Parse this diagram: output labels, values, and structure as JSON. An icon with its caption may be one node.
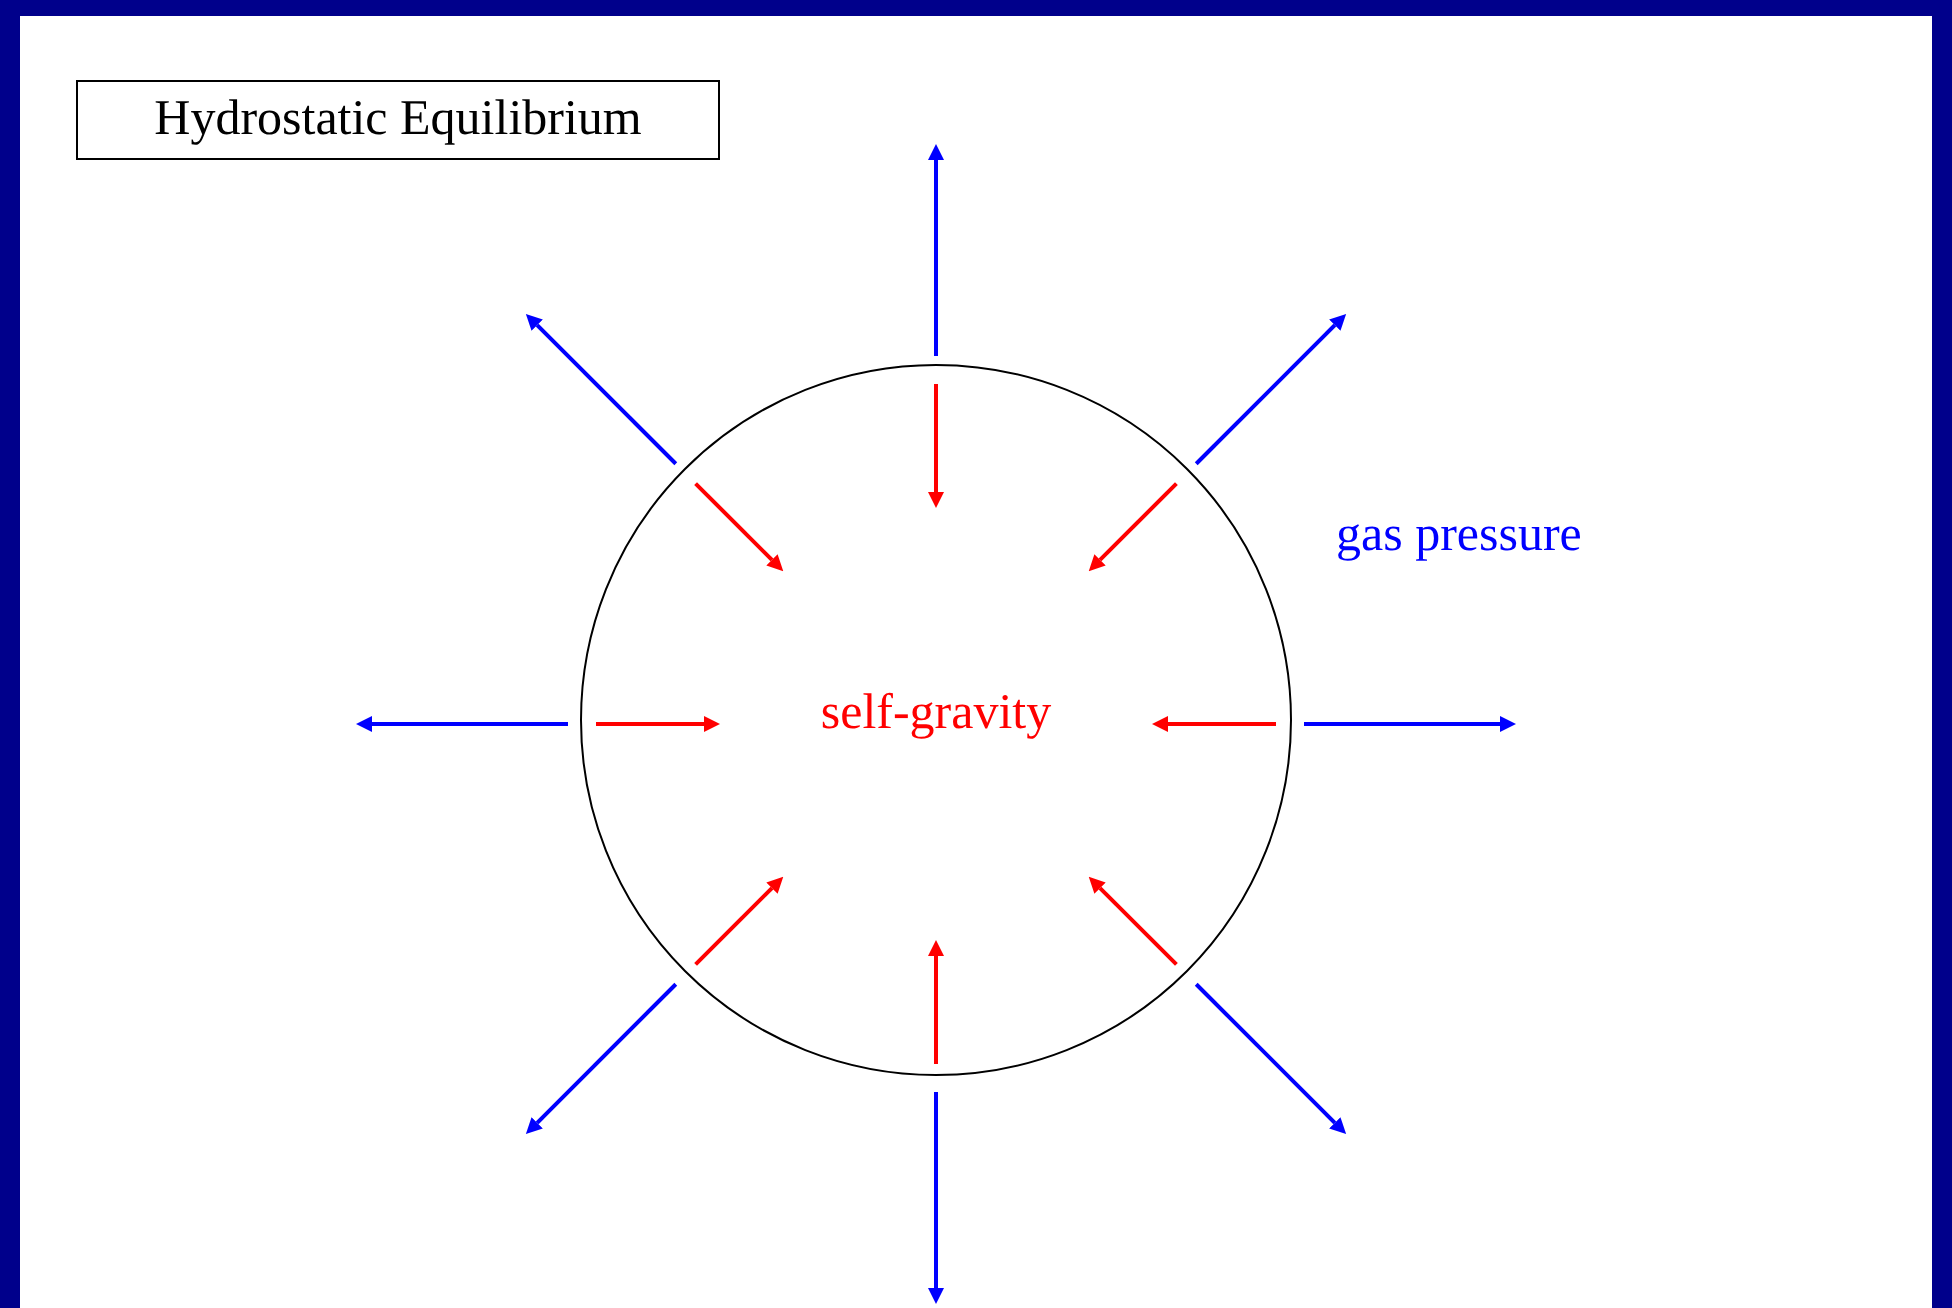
{
  "diagram": {
    "title": "Hydrostatic Equilibrium",
    "nodes": [
      {
        "text": [
          "self-gravity"
        ]
      }
    ],
    "labels": [
      "gas pressure"
    ]
  }
}
